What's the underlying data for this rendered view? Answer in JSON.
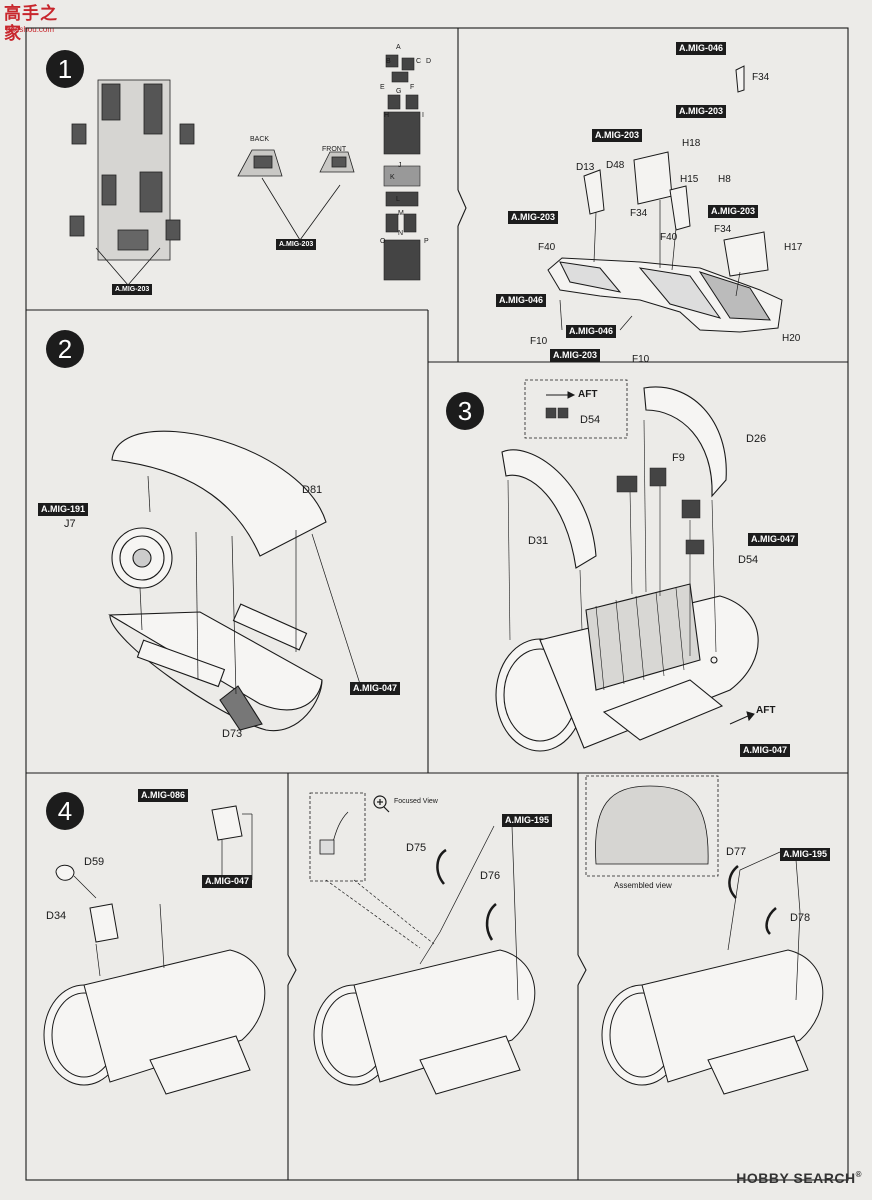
{
  "watermark": {
    "logo": "高手之家",
    "url": "gaoshou.com"
  },
  "footer": {
    "brand": "HOBBY SEARCH",
    "reg": "®"
  },
  "steps": [
    {
      "number": "1"
    },
    {
      "number": "2"
    },
    {
      "number": "3"
    },
    {
      "number": "4"
    }
  ],
  "step1": {
    "back": "BACK",
    "front": "FRONT",
    "paint_left": "A.MIG-203",
    "paint_center": "A.MIG-203",
    "decal_letters": [
      "A",
      "B",
      "C",
      "D",
      "E",
      "F",
      "G",
      "H",
      "I",
      "J",
      "K",
      "L",
      "M",
      "N",
      "O",
      "P"
    ]
  },
  "step1b": {
    "callouts": [
      "A.MIG-046",
      "A.MIG-203",
      "A.MIG-203",
      "A.MIG-203",
      "A.MIG-203",
      "A.MIG-046",
      "A.MIG-046",
      "A.MIG-203"
    ],
    "parts": [
      "F34",
      "H18",
      "D13",
      "D48",
      "H15",
      "H8",
      "F34",
      "F40",
      "F40",
      "F34",
      "H17",
      "F10",
      "F10",
      "H20"
    ]
  },
  "step2": {
    "callouts": [
      "A.MIG-191",
      "A.MIG-047"
    ],
    "parts": [
      "D81",
      "J7",
      "D73"
    ]
  },
  "step3": {
    "aft_top": "AFT",
    "aft_bottom": "AFT",
    "callouts": [
      "A.MIG-047",
      "A.MIG-047"
    ],
    "parts": [
      "D54",
      "D26",
      "F9",
      "D31",
      "D54"
    ]
  },
  "step4": {
    "callouts": [
      "A.MIG-086",
      "A.MIG-047",
      "A.MIG-195",
      "A.MIG-195"
    ],
    "parts": [
      "D59",
      "D34",
      "D75",
      "D76",
      "D77",
      "D78"
    ],
    "focused_view": "Focused View",
    "assembled_view": "Assembled view"
  }
}
